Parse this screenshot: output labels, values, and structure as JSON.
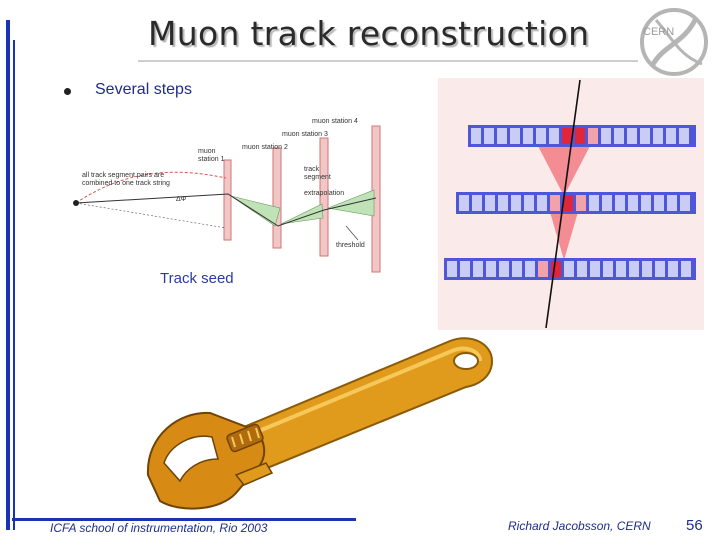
{
  "slide": {
    "title": "Muon track reconstruction",
    "bullet": "Several steps",
    "figure_caption": "Track seed",
    "footer_left": "ICFA school of instrumentation, Rio 2003",
    "footer_right": "Richard Jacobsson, CERN",
    "page_number": "56"
  },
  "cern_logo": {
    "text": "CERN",
    "icon": "cern-logo-icon"
  },
  "schematic": {
    "labels": {
      "station4": "muon station 4",
      "station3": "muon station 3",
      "station2": "muon station 2",
      "station1": "muon station 1",
      "pairs": "all track segment pairs are combined to one track string",
      "seg": "track segment",
      "extrap": "extrapolation",
      "thresh": "threshold",
      "axis": "ΔΦ"
    }
  },
  "colors": {
    "accent": "#1a33b5",
    "text_blue": "#1f2d8a",
    "chamber_blue": "#4f56d8",
    "hit_red": "#e0263a",
    "seed_cone": "#f17b84",
    "wrench_orange": "#e09a1c"
  }
}
